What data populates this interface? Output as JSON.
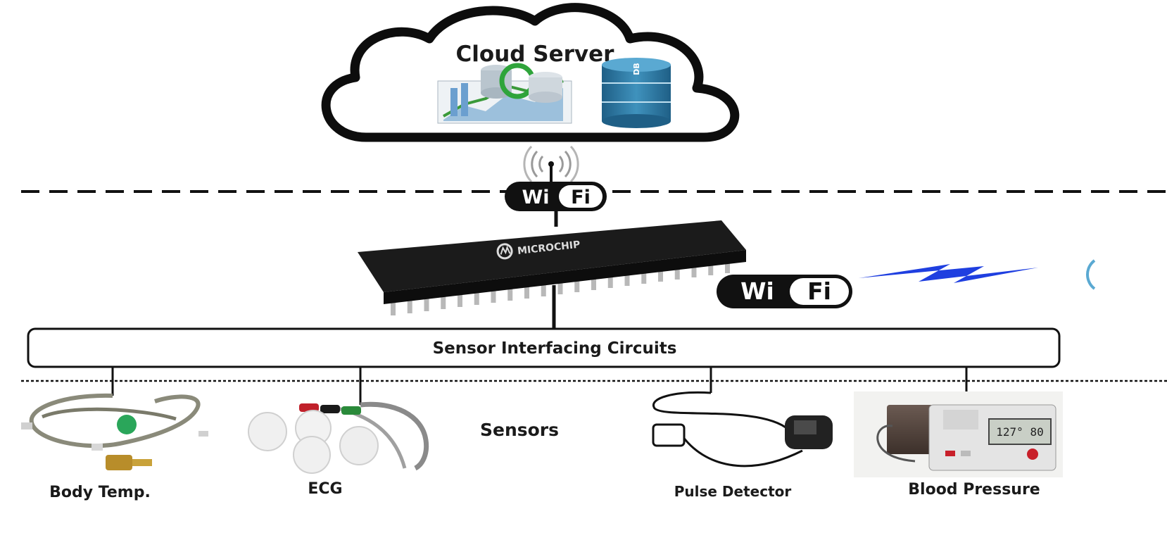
{
  "cloud": {
    "title": "Cloud Server",
    "db_label": "DB"
  },
  "wifi": {
    "top_left": "Wi",
    "top_right": "Fi",
    "right_left": "Wi",
    "right_right": "Fi"
  },
  "chip": {
    "brand": "MICROCHIP"
  },
  "interface": {
    "label": "Sensor Interfacing Circuits"
  },
  "sensors": {
    "section_label": "Sensors",
    "items": [
      {
        "label": "Body Temp."
      },
      {
        "label": "ECG"
      },
      {
        "label": "Pulse Detector"
      },
      {
        "label": "Blood Pressure"
      }
    ],
    "bp_display": "127° 80"
  },
  "colors": {
    "lightning": "#1f3fe0",
    "db": "#2f7fa6",
    "chip": "#1b1b1b"
  }
}
